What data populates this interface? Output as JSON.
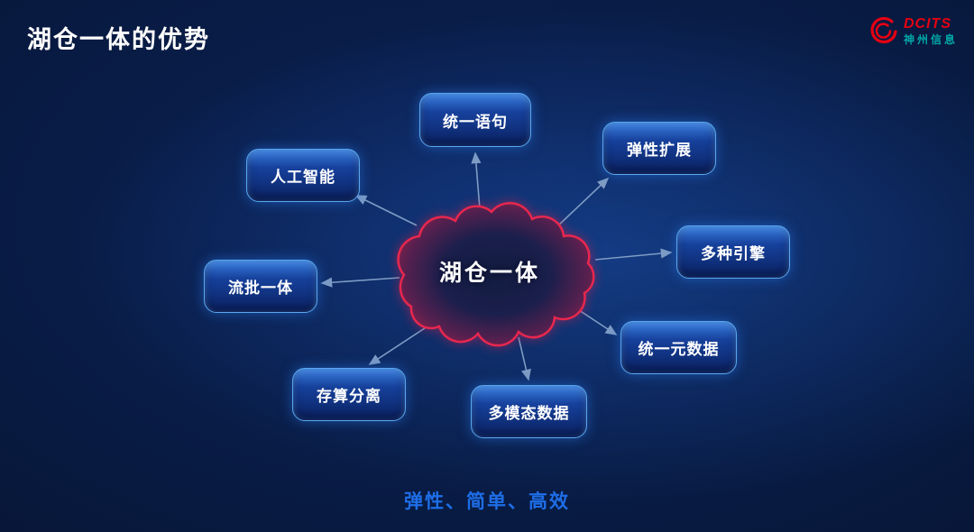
{
  "slide": {
    "title": "湖仓一体的优势",
    "caption": "弹性、简单、高效"
  },
  "logo": {
    "name": "DCITS",
    "subtitle": "神州信息",
    "brand_red": "#e60012",
    "brand_teal": "#00a7a7"
  },
  "diagram": {
    "center": {
      "label": "湖仓一体"
    },
    "nodes": [
      {
        "label": "统一语句"
      },
      {
        "label": "弹性扩展"
      },
      {
        "label": "多种引擎"
      },
      {
        "label": "统一元数据"
      },
      {
        "label": "多模态数据"
      },
      {
        "label": "存算分离"
      },
      {
        "label": "流批一体"
      },
      {
        "label": "人工智能"
      }
    ]
  },
  "colors": {
    "background_navy": "#081a40",
    "node_border_blue": "#5aa6ee",
    "arrow_gray_blue": "#7e9cc4",
    "cloud_rim_red": "#e8274e",
    "caption_blue": "#1e6ee8"
  }
}
